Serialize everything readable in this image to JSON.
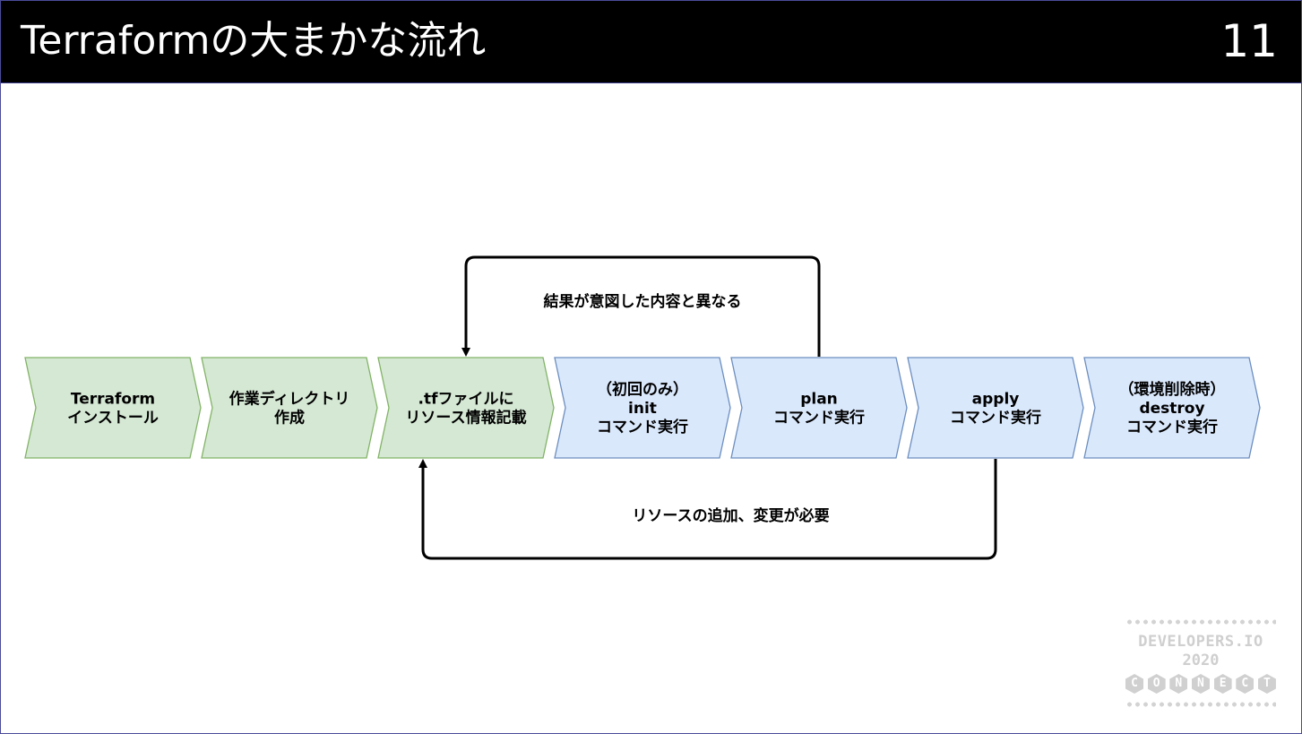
{
  "header": {
    "title": "Terraformの大まかな流れ",
    "page_number": "11"
  },
  "colors": {
    "header_bg": "#000000",
    "green_fill": "#d5e8d4",
    "green_stroke": "#82b366",
    "blue_fill": "#dae8fc",
    "blue_stroke": "#6c8ebf",
    "arrow": "#000000"
  },
  "flow": {
    "steps": [
      {
        "id": "install",
        "color": "green",
        "lines": [
          "Terraform",
          "インストール"
        ]
      },
      {
        "id": "create-dir",
        "color": "green",
        "lines": [
          "作業ディレクトリ",
          "作成"
        ]
      },
      {
        "id": "write-tf",
        "color": "green",
        "lines": [
          ".tfファイルに",
          "リソース情報記載"
        ]
      },
      {
        "id": "init",
        "color": "blue",
        "lines": [
          "（初回のみ）",
          "init",
          "コマンド実行"
        ]
      },
      {
        "id": "plan",
        "color": "blue",
        "lines": [
          "plan",
          "コマンド実行"
        ]
      },
      {
        "id": "apply",
        "color": "blue",
        "lines": [
          "apply",
          "コマンド実行"
        ]
      },
      {
        "id": "destroy",
        "color": "blue",
        "lines": [
          "（環境削除時）",
          "destroy",
          "コマンド実行"
        ]
      }
    ],
    "loops": [
      {
        "id": "plan-to-tf",
        "from": "plan",
        "to": "write-tf",
        "side": "top",
        "label": "結果が意図した内容と異なる"
      },
      {
        "id": "apply-to-tf",
        "from": "apply",
        "to": "write-tf",
        "side": "bottom",
        "label": "リソースの追加、変更が必要"
      }
    ]
  },
  "watermark": {
    "line1": "DEVELOPERS.IO",
    "line2": "2020",
    "line3_letters": [
      "C",
      "O",
      "N",
      "N",
      "E",
      "C",
      "T"
    ]
  }
}
